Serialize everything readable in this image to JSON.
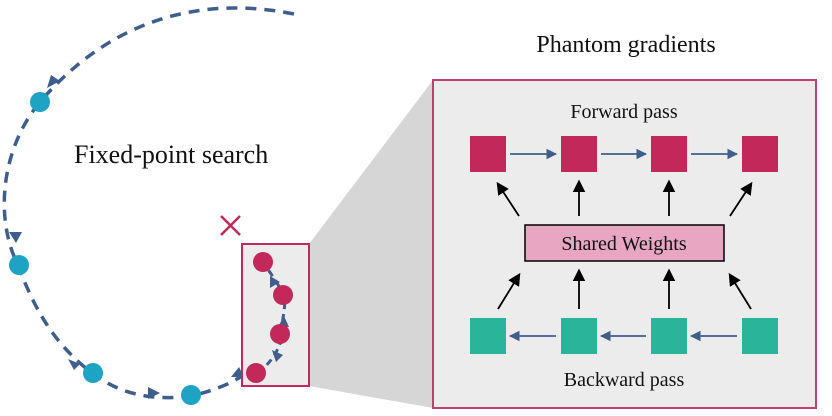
{
  "labels": {
    "fixed_point": "Fixed-point search",
    "phantom": "Phantom gradients",
    "forward": "Forward pass",
    "backward": "Backward pass",
    "shared": "Shared Weights"
  },
  "colors": {
    "path": "#3f5e8c",
    "teal_dot": "#1ea3c4",
    "crimson": "#c3285a",
    "teal_box": "#2ab59a",
    "panel_bg": "#ececec",
    "panel_border": "#c0406b",
    "shared_fill": "#e8a6c3",
    "cone": "#d6d6d6"
  },
  "icons": {
    "target": "x-mark-icon"
  }
}
